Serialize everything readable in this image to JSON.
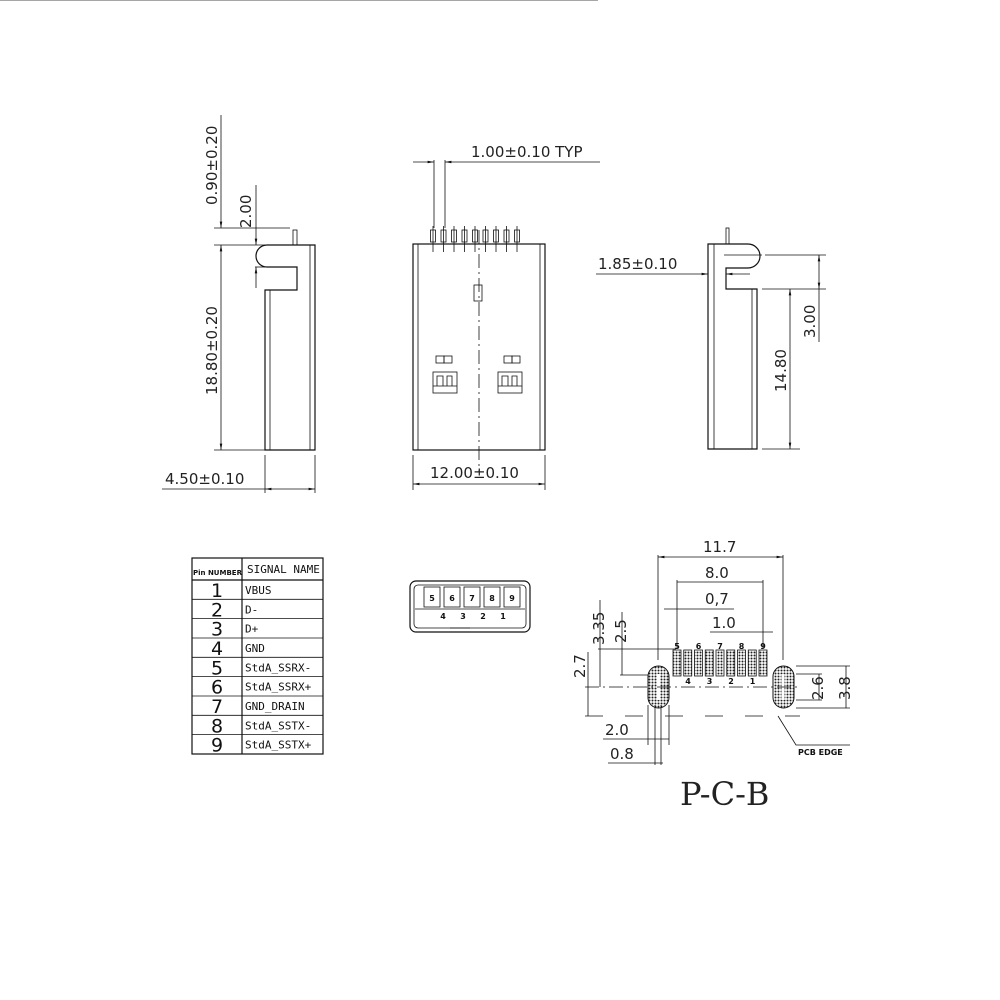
{
  "side_view_left": {
    "dim_top_offset": "0.90±0.20",
    "dim_notch": "2.00",
    "dim_height": "18.80±0.20",
    "dim_thickness": "4.50±0.10"
  },
  "front_view": {
    "dim_pitch": "1.00±0.10  TYP",
    "dim_width": "12.00±0.10"
  },
  "side_view_right": {
    "dim_gap": "1.85±0.10",
    "dim_notch": "3.00",
    "dim_length": "14.80"
  },
  "pin_table": {
    "headers": [
      "Pin NUMBER",
      "SIGNAL  NAME"
    ],
    "rows": [
      {
        "pin": "1",
        "signal": "VBUS"
      },
      {
        "pin": "2",
        "signal": "D-"
      },
      {
        "pin": "3",
        "signal": "D+"
      },
      {
        "pin": "4",
        "signal": "GND"
      },
      {
        "pin": "5",
        "signal": "StdA_SSRX-"
      },
      {
        "pin": "6",
        "signal": "StdA_SSRX+"
      },
      {
        "pin": "7",
        "signal": "GND_DRAIN"
      },
      {
        "pin": "8",
        "signal": "StdA_SSTX-"
      },
      {
        "pin": "9",
        "signal": "StdA_SSTX+"
      }
    ]
  },
  "connector_face": {
    "top_pins": [
      "5",
      "6",
      "7",
      "8",
      "9"
    ],
    "bottom_pins": [
      "4",
      "3",
      "2",
      "1"
    ]
  },
  "pcb": {
    "title": "P-C-B",
    "dim_overall": "11.7",
    "dim_pad_span": "8.0",
    "dim_pad_width": "0,7",
    "dim_pitch": "1.0",
    "dim_335": "3.35",
    "dim_25": "2.5",
    "dim_27": "2.7",
    "dim_20": "2.0",
    "dim_08": "0.8",
    "dim_26": "2.6",
    "dim_38": "3.8",
    "pcb_edge_label": "PCB EDGE",
    "top_pins": [
      "5",
      "6",
      "7",
      "8",
      "9"
    ],
    "bottom_pins": [
      "4",
      "3",
      "2",
      "1"
    ]
  }
}
